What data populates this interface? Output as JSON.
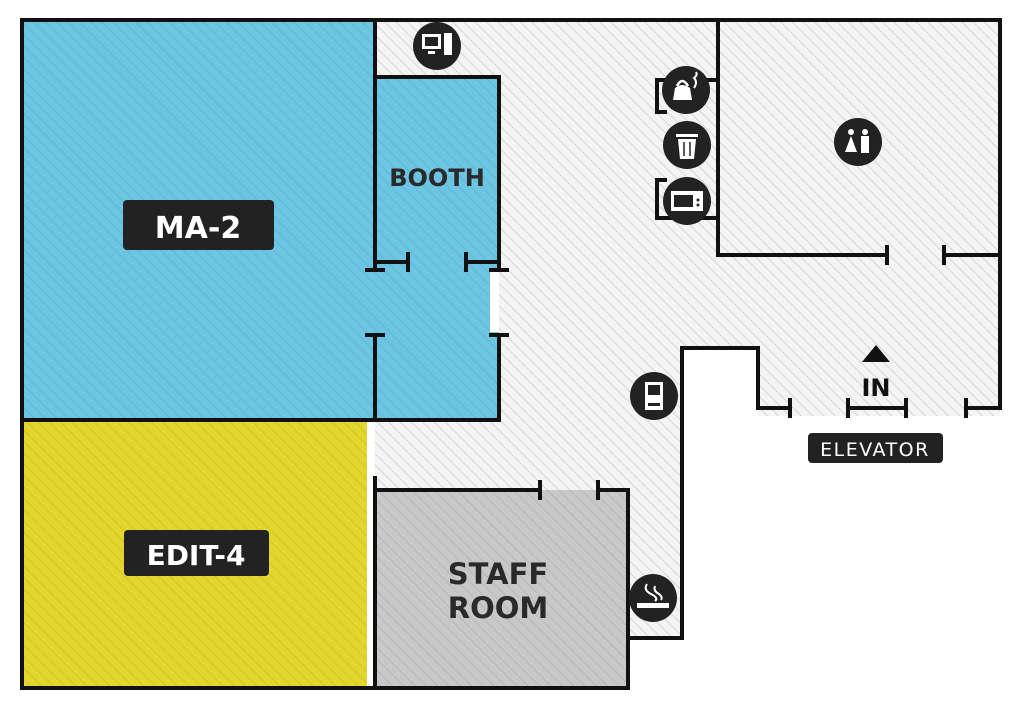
{
  "rooms": {
    "ma2": {
      "label": "MA-2",
      "color": "#6cc5e2"
    },
    "booth": {
      "label": "BOOTH",
      "color": "#6cc5e2"
    },
    "edit4": {
      "label": "EDIT-4",
      "color": "#e3d62e"
    },
    "staff_room": {
      "label_line1": "STAFF",
      "label_line2": "ROOM",
      "color": "#c6c6c6"
    },
    "hallway": {
      "color": "#f2f2f2"
    }
  },
  "entrance": {
    "label": "IN"
  },
  "elevator": {
    "label": "ELEVATOR"
  },
  "icons": [
    "computer-icon",
    "kettle-icon",
    "trash-icon",
    "microwave-icon",
    "restroom-icon",
    "vending-machine-icon",
    "smoking-area-icon"
  ]
}
